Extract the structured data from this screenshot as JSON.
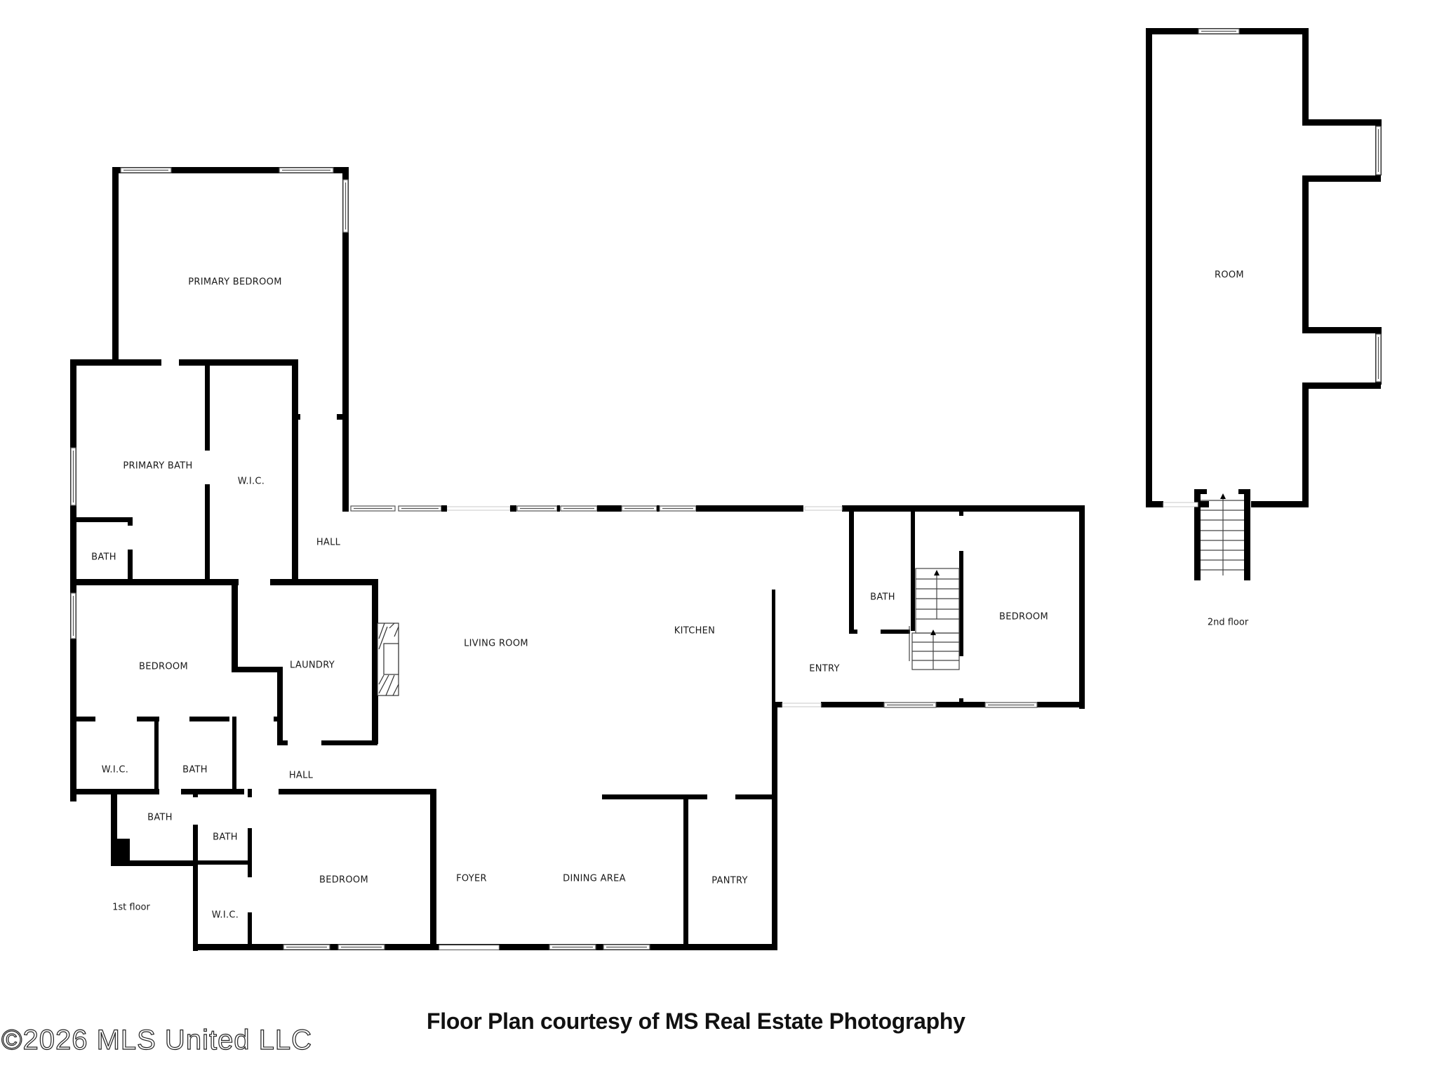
{
  "plan": {
    "credit": "Floor Plan courtesy of MS Real Estate Photography",
    "copyright": "©2026 MLS United LLC",
    "colors": {
      "wall": "#000000",
      "background": "#ffffff",
      "text": "#1a1a1a"
    }
  },
  "floors": [
    {
      "name": "1st floor",
      "rooms": [
        {
          "label": "PRIMARY BEDROOM"
        },
        {
          "label": "PRIMARY BATH"
        },
        {
          "label": "W.I.C."
        },
        {
          "label": "BATH"
        },
        {
          "label": "HALL"
        },
        {
          "label": "BEDROOM"
        },
        {
          "label": "LAUNDRY"
        },
        {
          "label": "W.I.C."
        },
        {
          "label": "BATH"
        },
        {
          "label": "HALL"
        },
        {
          "label": "BATH"
        },
        {
          "label": "BATH"
        },
        {
          "label": "W.I.C."
        },
        {
          "label": "BEDROOM"
        },
        {
          "label": "LIVING ROOM"
        },
        {
          "label": "KITCHEN"
        },
        {
          "label": "FOYER"
        },
        {
          "label": "DINING AREA"
        },
        {
          "label": "PANTRY"
        },
        {
          "label": "ENTRY"
        },
        {
          "label": "BATH"
        },
        {
          "label": "BEDROOM"
        }
      ]
    },
    {
      "name": "2nd floor",
      "rooms": [
        {
          "label": "ROOM"
        }
      ]
    }
  ]
}
